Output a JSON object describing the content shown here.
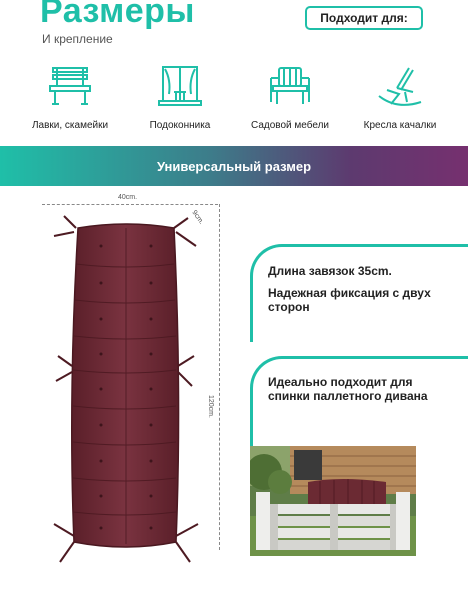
{
  "header": {
    "title": "Размеры",
    "subtitle": "И крепление",
    "fits_label": "Подходит для:"
  },
  "uses": [
    {
      "label": "Лавки, скамейки",
      "icon": "bench-icon"
    },
    {
      "label": "Подоконника",
      "icon": "window-icon"
    },
    {
      "label": "Садовой мебели",
      "icon": "garden-furniture-icon"
    },
    {
      "label": "Кресла качалки",
      "icon": "rocking-chair-icon"
    }
  ],
  "banner": {
    "text": "Универсальный размер"
  },
  "dimensions": {
    "width": "40cm.",
    "thickness": "9cm.",
    "length": "120cm."
  },
  "features": {
    "ties_length": "Длина завязок 35cm.",
    "fixation": "Надежная фиксация с двух сторон",
    "pallet_fit": "Идеально подходит для спинки паллетного дивана"
  },
  "colors": {
    "accent": "#1fbfa8",
    "cushion": "#6b2a33",
    "banner_end": "#76306f"
  }
}
